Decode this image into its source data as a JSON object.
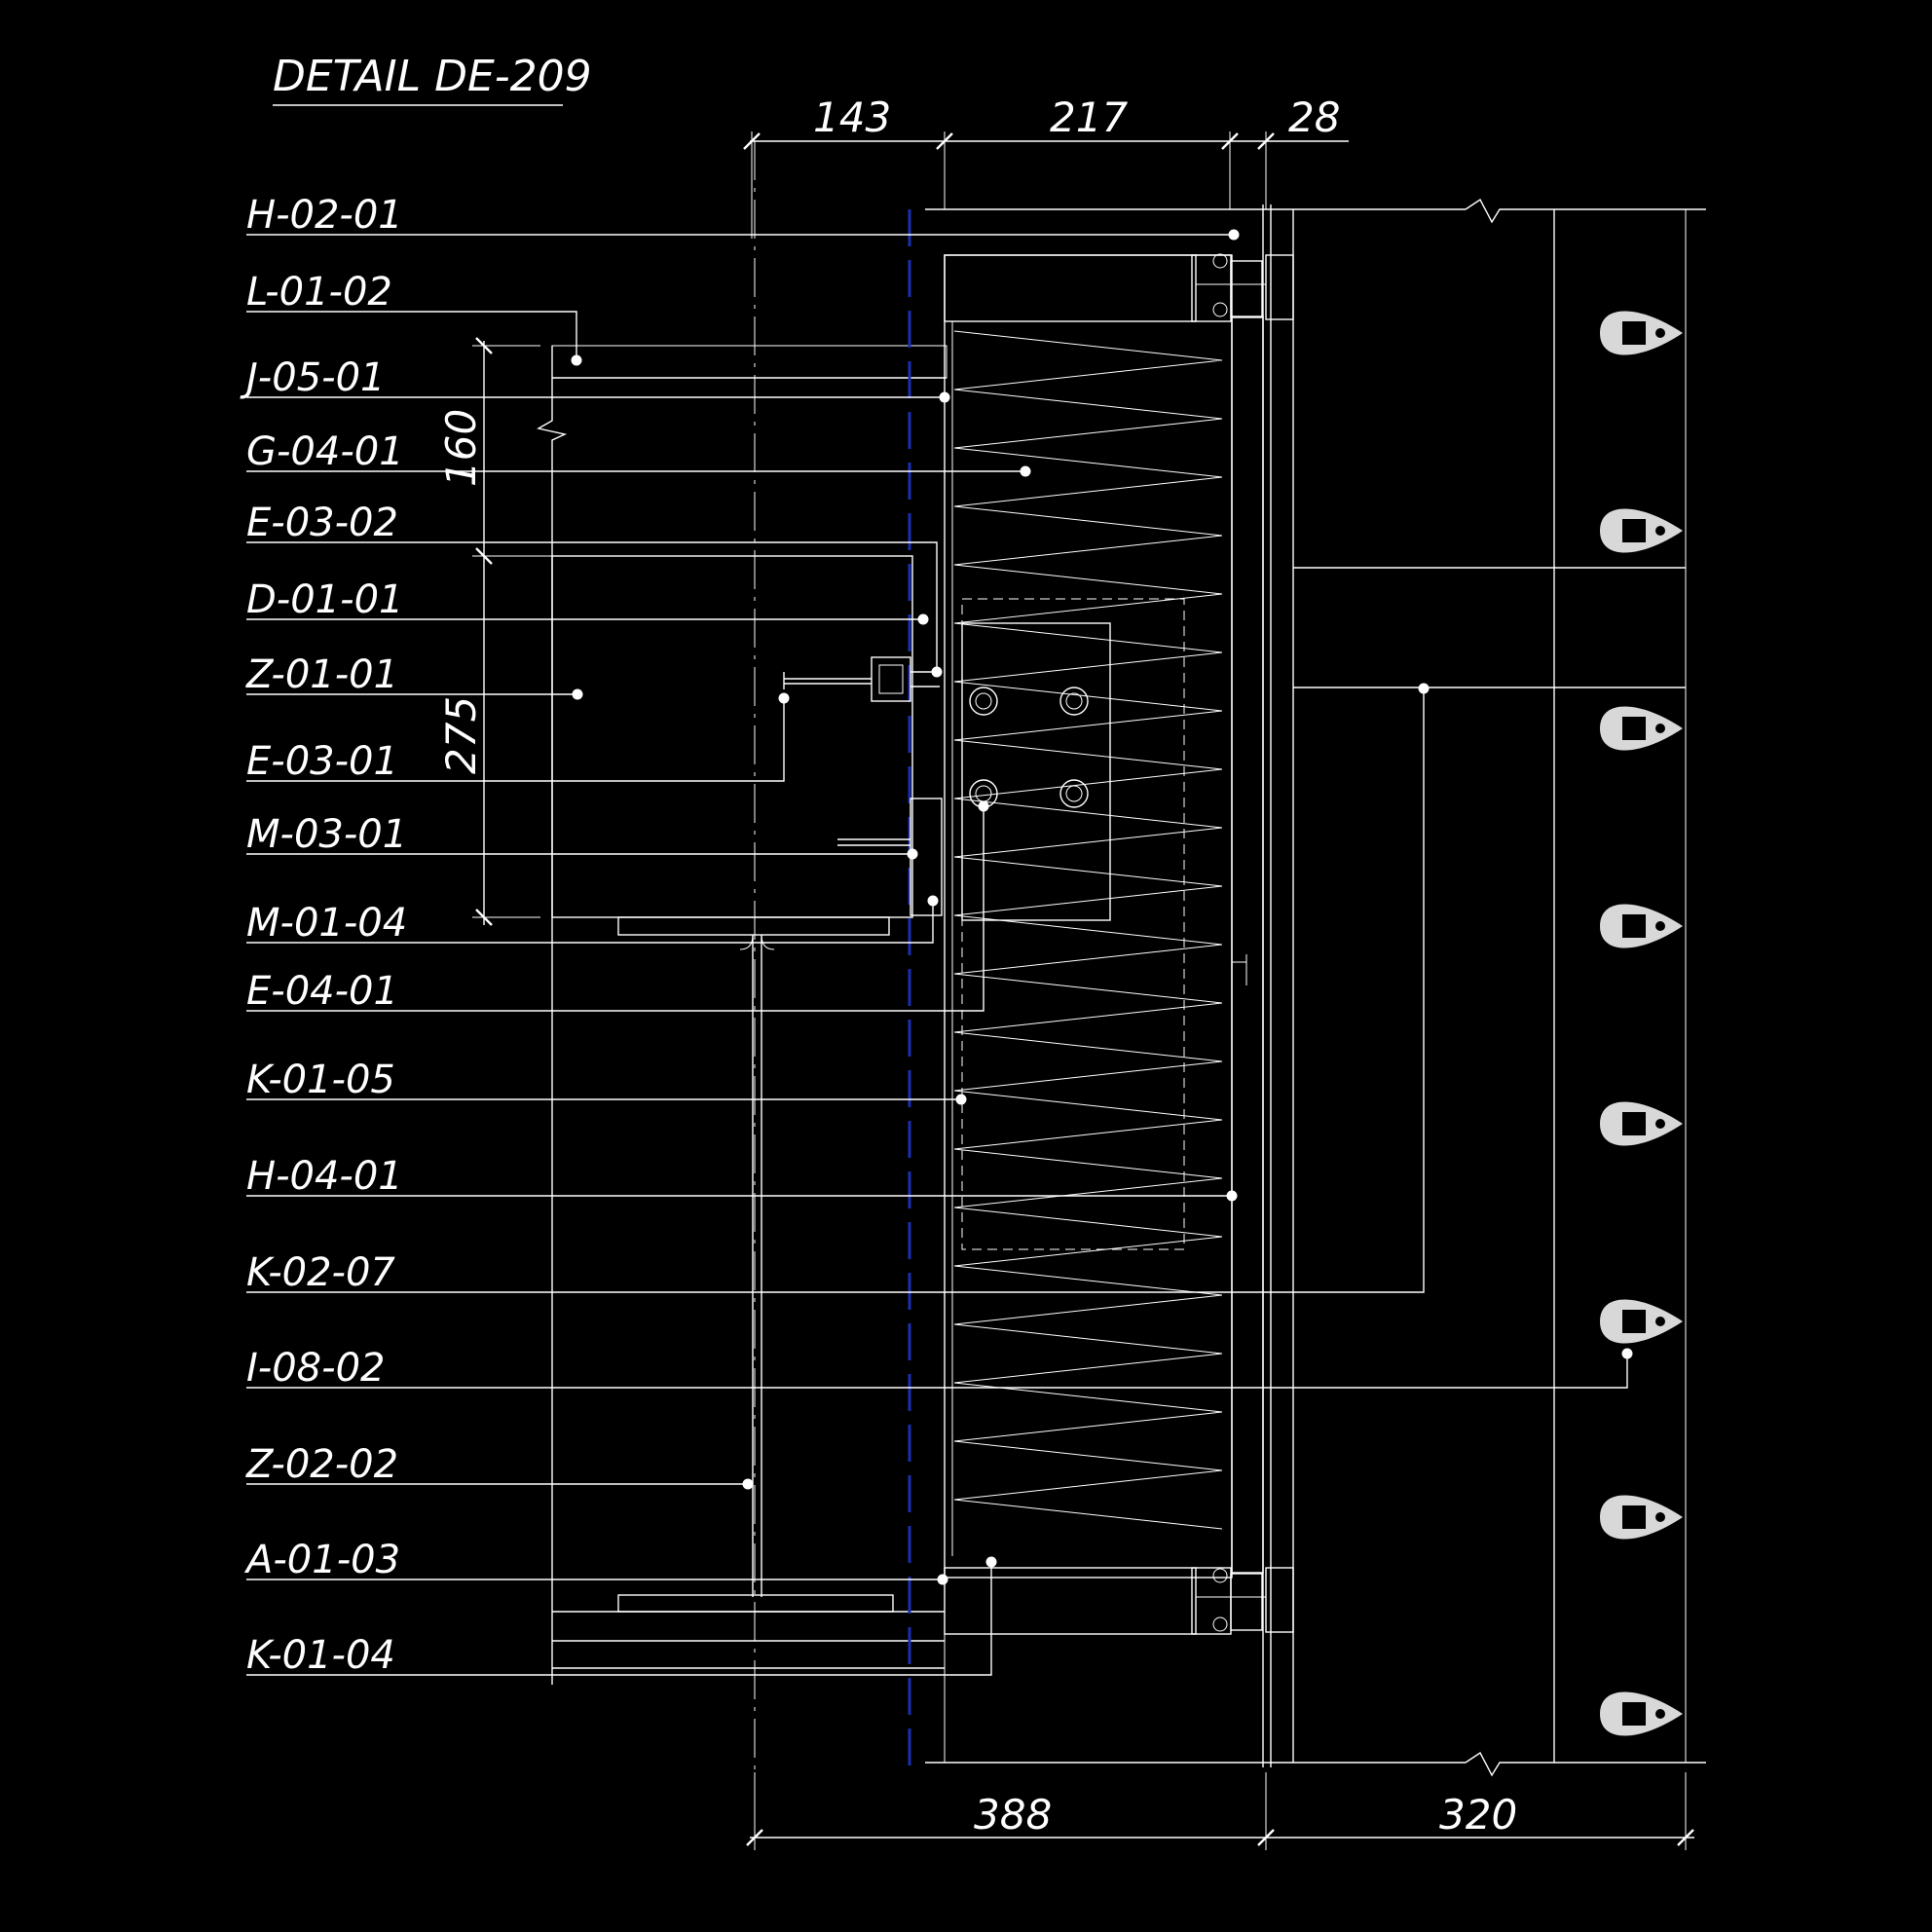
{
  "title": "DETAIL DE-209",
  "dimensions": {
    "top": [
      "143",
      "217",
      "28"
    ],
    "left": [
      "160",
      "275"
    ],
    "bottom": [
      "388",
      "320"
    ]
  },
  "callouts": [
    "H-02-01",
    "L-01-02",
    "J-05-01",
    "G-04-01",
    "E-03-02",
    "D-01-01",
    "Z-01-01",
    "E-03-01",
    "M-03-01",
    "M-01-04",
    "E-04-01",
    "K-01-05",
    "H-04-01",
    "K-02-07",
    "I-08-02",
    "Z-02-02",
    "A-01-03",
    "K-01-04"
  ],
  "colors": {
    "background": "#000000",
    "line": "#ffffff",
    "accent_blue": "#1a2fb0"
  }
}
